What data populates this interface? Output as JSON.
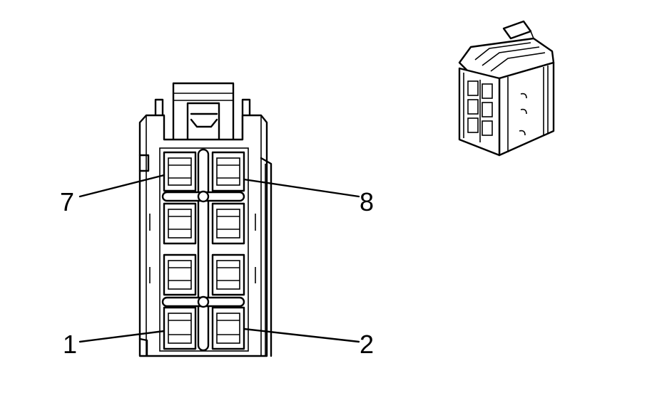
{
  "colors": {
    "line": "#000000",
    "background": "#ffffff"
  },
  "callouts": [
    {
      "id": "pin-7",
      "label": "7"
    },
    {
      "id": "pin-8",
      "label": "8"
    },
    {
      "id": "pin-1",
      "label": "1"
    },
    {
      "id": "pin-2",
      "label": "2"
    }
  ]
}
